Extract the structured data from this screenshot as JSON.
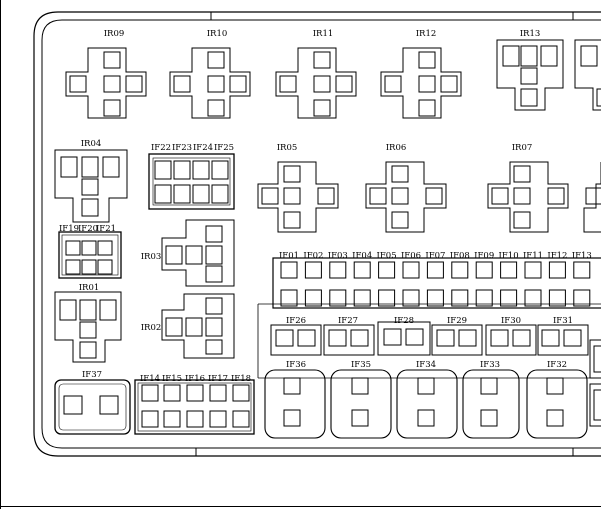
{
  "diagram": {
    "title": "",
    "relays_top": [
      "IR09",
      "IR10",
      "IR11",
      "IR12",
      "IR13"
    ],
    "relays_mid": [
      "IR04",
      "IR05",
      "IR06",
      "IR07"
    ],
    "relays_left": [
      "IR01",
      "IR02",
      "IR03"
    ],
    "fuse_group_a": [
      "IF22",
      "IF23",
      "IF24",
      "IF25"
    ],
    "fuse_group_b": [
      "IF19",
      "IF20",
      "IF21"
    ],
    "fuse_group_c": [
      "IF14",
      "IF15",
      "IF16",
      "IF17",
      "IF18"
    ],
    "fuse_row_upper": [
      "IF01",
      "IF02",
      "IF03",
      "IF04",
      "IF05",
      "IF06",
      "IF07",
      "IF08",
      "IF09",
      "IF10",
      "IF11",
      "IF12",
      "IF13"
    ],
    "fuse_row_mid": [
      "IF26",
      "IF27",
      "IF28",
      "IF29",
      "IF30",
      "IF31"
    ],
    "fuse_row_large": [
      "IF36",
      "IF35",
      "IF34",
      "IF33",
      "IF32"
    ],
    "fuse_single": [
      "IF37"
    ]
  }
}
